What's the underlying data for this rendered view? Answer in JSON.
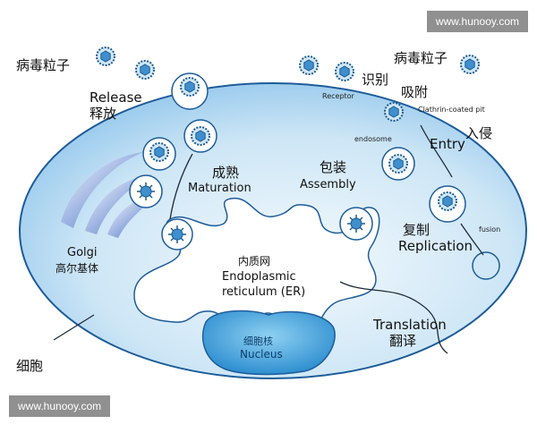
{
  "watermark": {
    "top": "www.hunooy.com",
    "bottom": "www.hunooy.com"
  },
  "labels": {
    "virus_left": "病毒粒子",
    "virus_right": "病毒粒子",
    "release_en": "Release",
    "release_cn": "释放",
    "recognize_cn": "识别",
    "adsorb_cn": "吸附",
    "receptor_en": "Receptor",
    "clathrin_en": "Clathrin-coated pit",
    "endosome_en": "endosome",
    "entry_en": "Entry",
    "entry_cn": "入侵",
    "maturation_cn": "成熟",
    "maturation_en": "Maturation",
    "assembly_cn": "包装",
    "assembly_en": "Assembly",
    "replication_cn": "复制",
    "replication_en": "Replication",
    "fusion_en": "fusion",
    "golgi_en": "Golgi",
    "golgi_cn": "高尔基体",
    "er_cn": "内质网",
    "er_en1": "Endoplasmic",
    "er_en2": "reticulum (ER)",
    "nucleus_cn": "细胞核",
    "nucleus_en": "Nucleus",
    "translation_en": "Translation",
    "translation_cn": "翻译",
    "cell_cn": "细胞"
  },
  "colors": {
    "cell_fill": "#d9ecf8",
    "cell_stroke": "#1d5c9a",
    "virus_core": "#3f8fcf",
    "virus_ring": "#1f5b8e",
    "er_fill": "#ffffff",
    "nucleus_fill": "#58b3e3"
  }
}
